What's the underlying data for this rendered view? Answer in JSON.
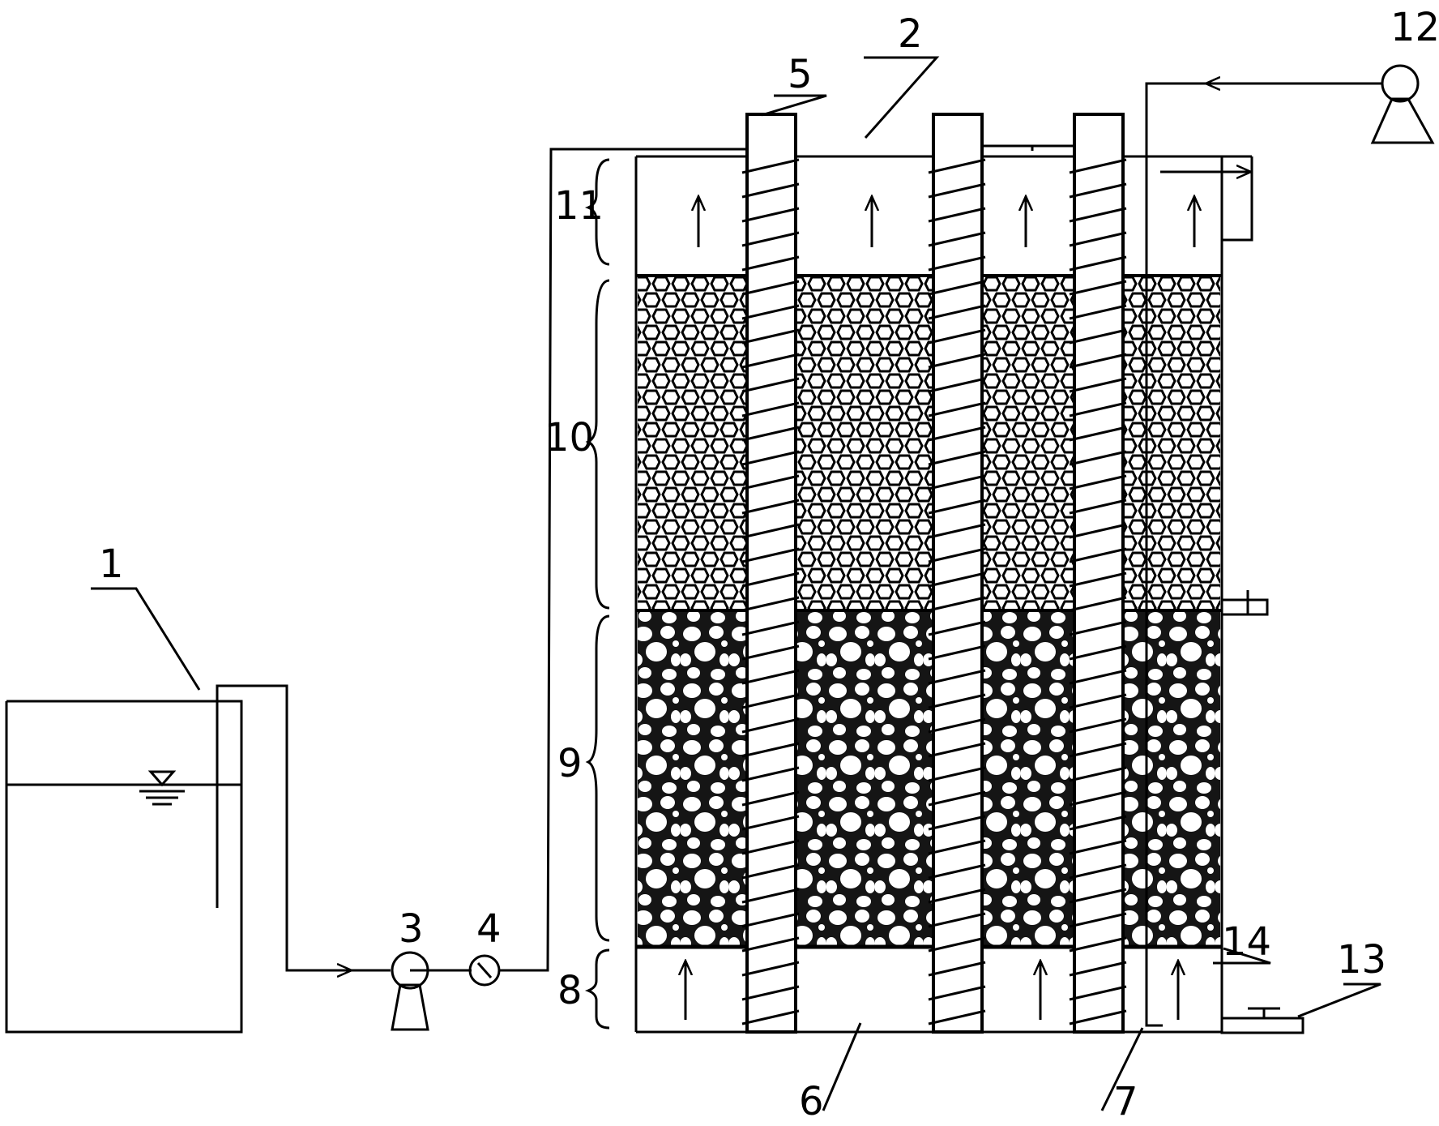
{
  "diagram": {
    "labels": {
      "tank": "1",
      "outer_wall": "2",
      "feed_pump": "3",
      "flow_meter": "4",
      "electrode_pipe": "5",
      "bottom_plate": "6",
      "aeration_pipe": "7",
      "bottom_zone": "8",
      "lower_media": "9",
      "upper_media": "10",
      "top_zone": "11",
      "air_pump": "12",
      "drain_valve": "13",
      "support_mesh": "14"
    },
    "colors": {
      "ink": "#000000",
      "paper": "#ffffff"
    },
    "patterns": {
      "upper_media": "fine-hexagon-packing",
      "lower_media": "coarse-gravel-packing"
    }
  }
}
